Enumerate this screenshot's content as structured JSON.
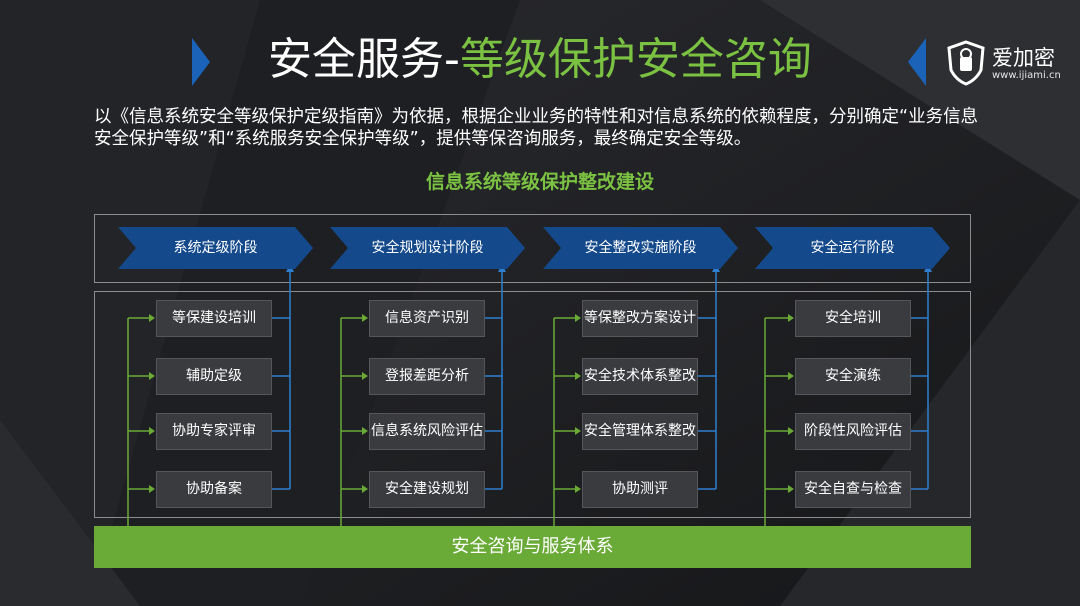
{
  "title": {
    "main": "安全服务-",
    "highlight": "等级保护安全咨询"
  },
  "logo": {
    "name": "爱加密",
    "url": "www.ijiami.cn"
  },
  "intro": "以《信息系统安全等级保护定级指南》为依据，根据企业业务的特性和对信息系统的依赖程度，分别确定“业务信息安全保护等级”和“系统服务安全保护等级”，提供等保咨询服务，最终确定安全等级。",
  "subtitle": "信息系统等级保护整改建设",
  "stages": [
    {
      "label": "系统定级阶段",
      "items": [
        "等保建设培训",
        "辅助定级",
        "协助专家评审",
        "协助备案"
      ]
    },
    {
      "label": "安全规划设计阶段",
      "items": [
        "信息资产识别",
        "登报差距分析",
        "信息系统风险评估",
        "安全建设规划"
      ]
    },
    {
      "label": "安全整改实施阶段",
      "items": [
        "等保整改方案设计",
        "安全技术体系整改",
        "安全管理体系整改",
        "协助测评"
      ]
    },
    {
      "label": "安全运行阶段",
      "items": [
        "安全培训",
        "安全演练",
        "阶段性风险评估",
        "安全自查与检查"
      ]
    }
  ],
  "base": "安全咨询与服务体系",
  "colors": {
    "accent_green": "#7bc142",
    "base_green": "#6aaa37",
    "stage_blue": "#144a8c",
    "line_blue": "#2f7fd0",
    "line_green": "#6aaa37"
  }
}
